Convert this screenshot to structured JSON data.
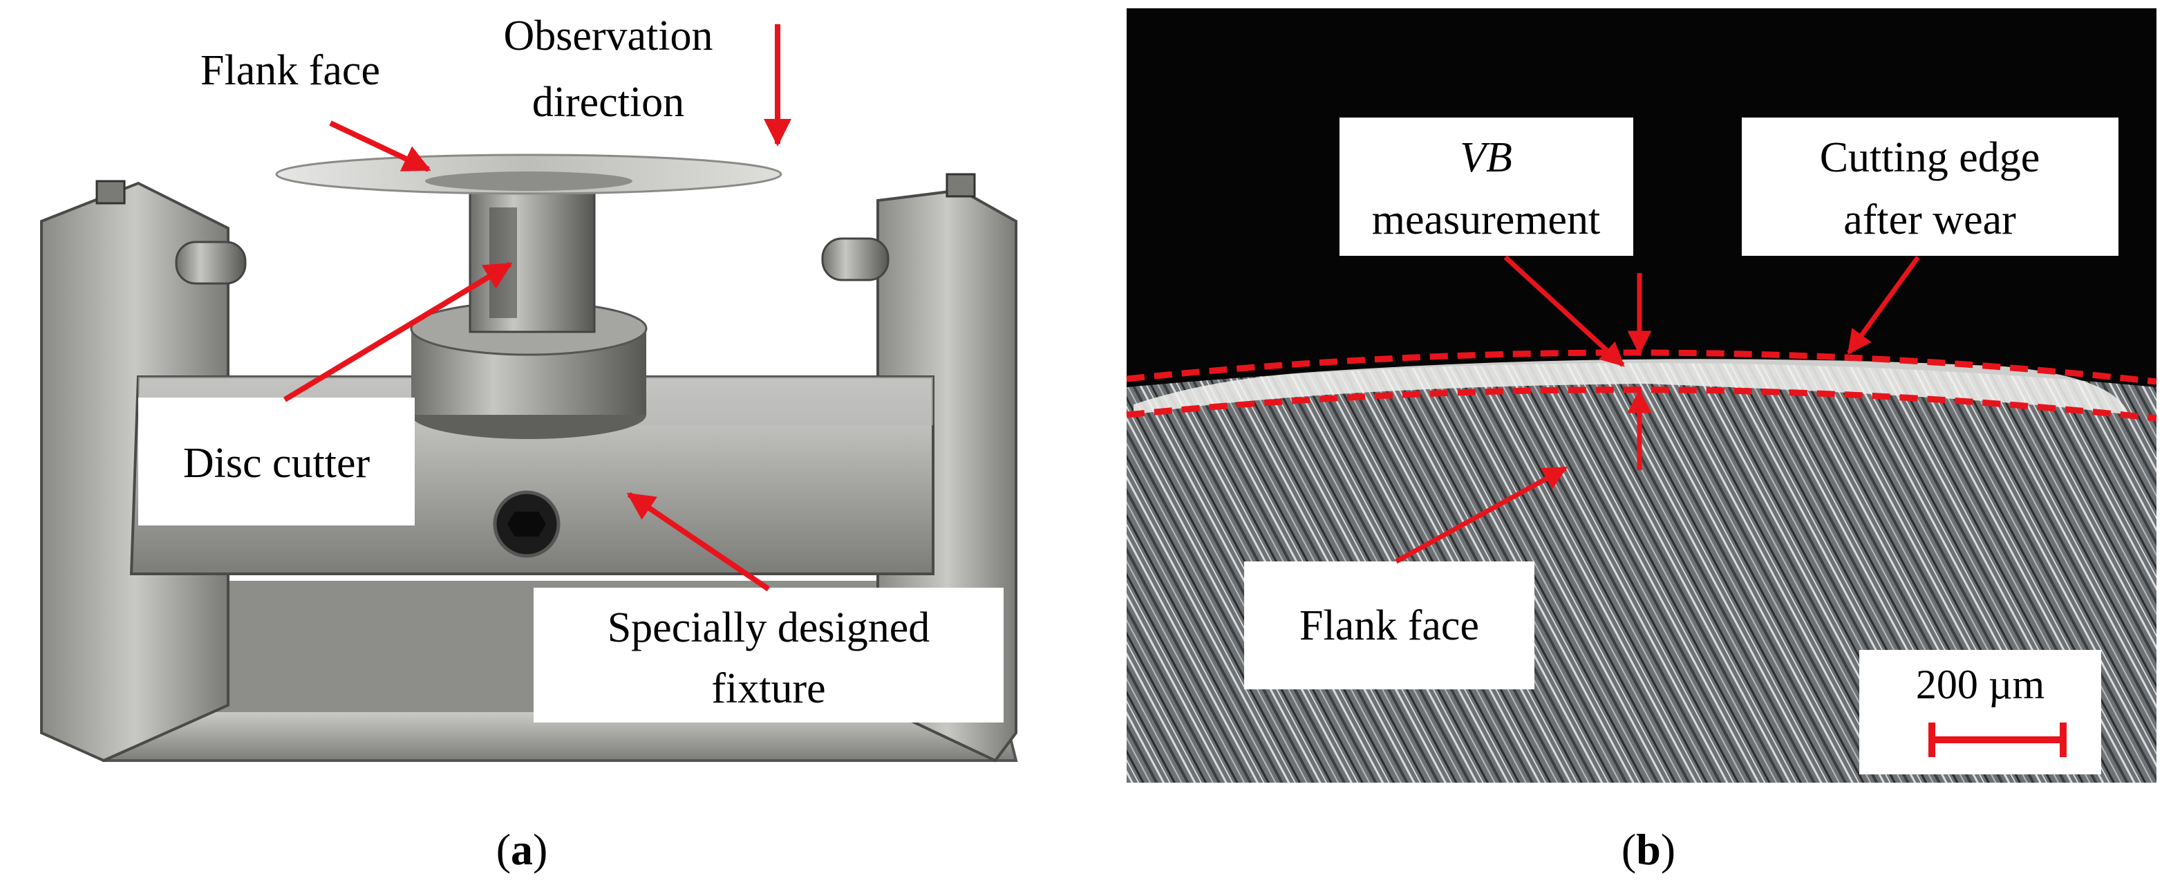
{
  "panel_a": {
    "label_open": "(",
    "label_letter": "a",
    "label_close": ")",
    "labels": {
      "flank_face": "Flank face",
      "observation_line1": "Observation",
      "observation_line2": "direction",
      "disc_cutter": "Disc cutter",
      "fixture_line1": "Specially designed",
      "fixture_line2": "fixture"
    }
  },
  "panel_b": {
    "label_open": "(",
    "label_letter": "b",
    "label_close": ")",
    "labels": {
      "vb_italic": "VB",
      "vb_line2": "measurement",
      "cutting_line1": "Cutting edge",
      "cutting_line2": "after wear",
      "flank_face": "Flank face",
      "scale_bar": "200 µm"
    }
  },
  "colors": {
    "annotation_red": "#e8141c",
    "metal_light": "#c9c9c7",
    "metal_dark": "#5a5a58",
    "micro_background": "#050505"
  }
}
